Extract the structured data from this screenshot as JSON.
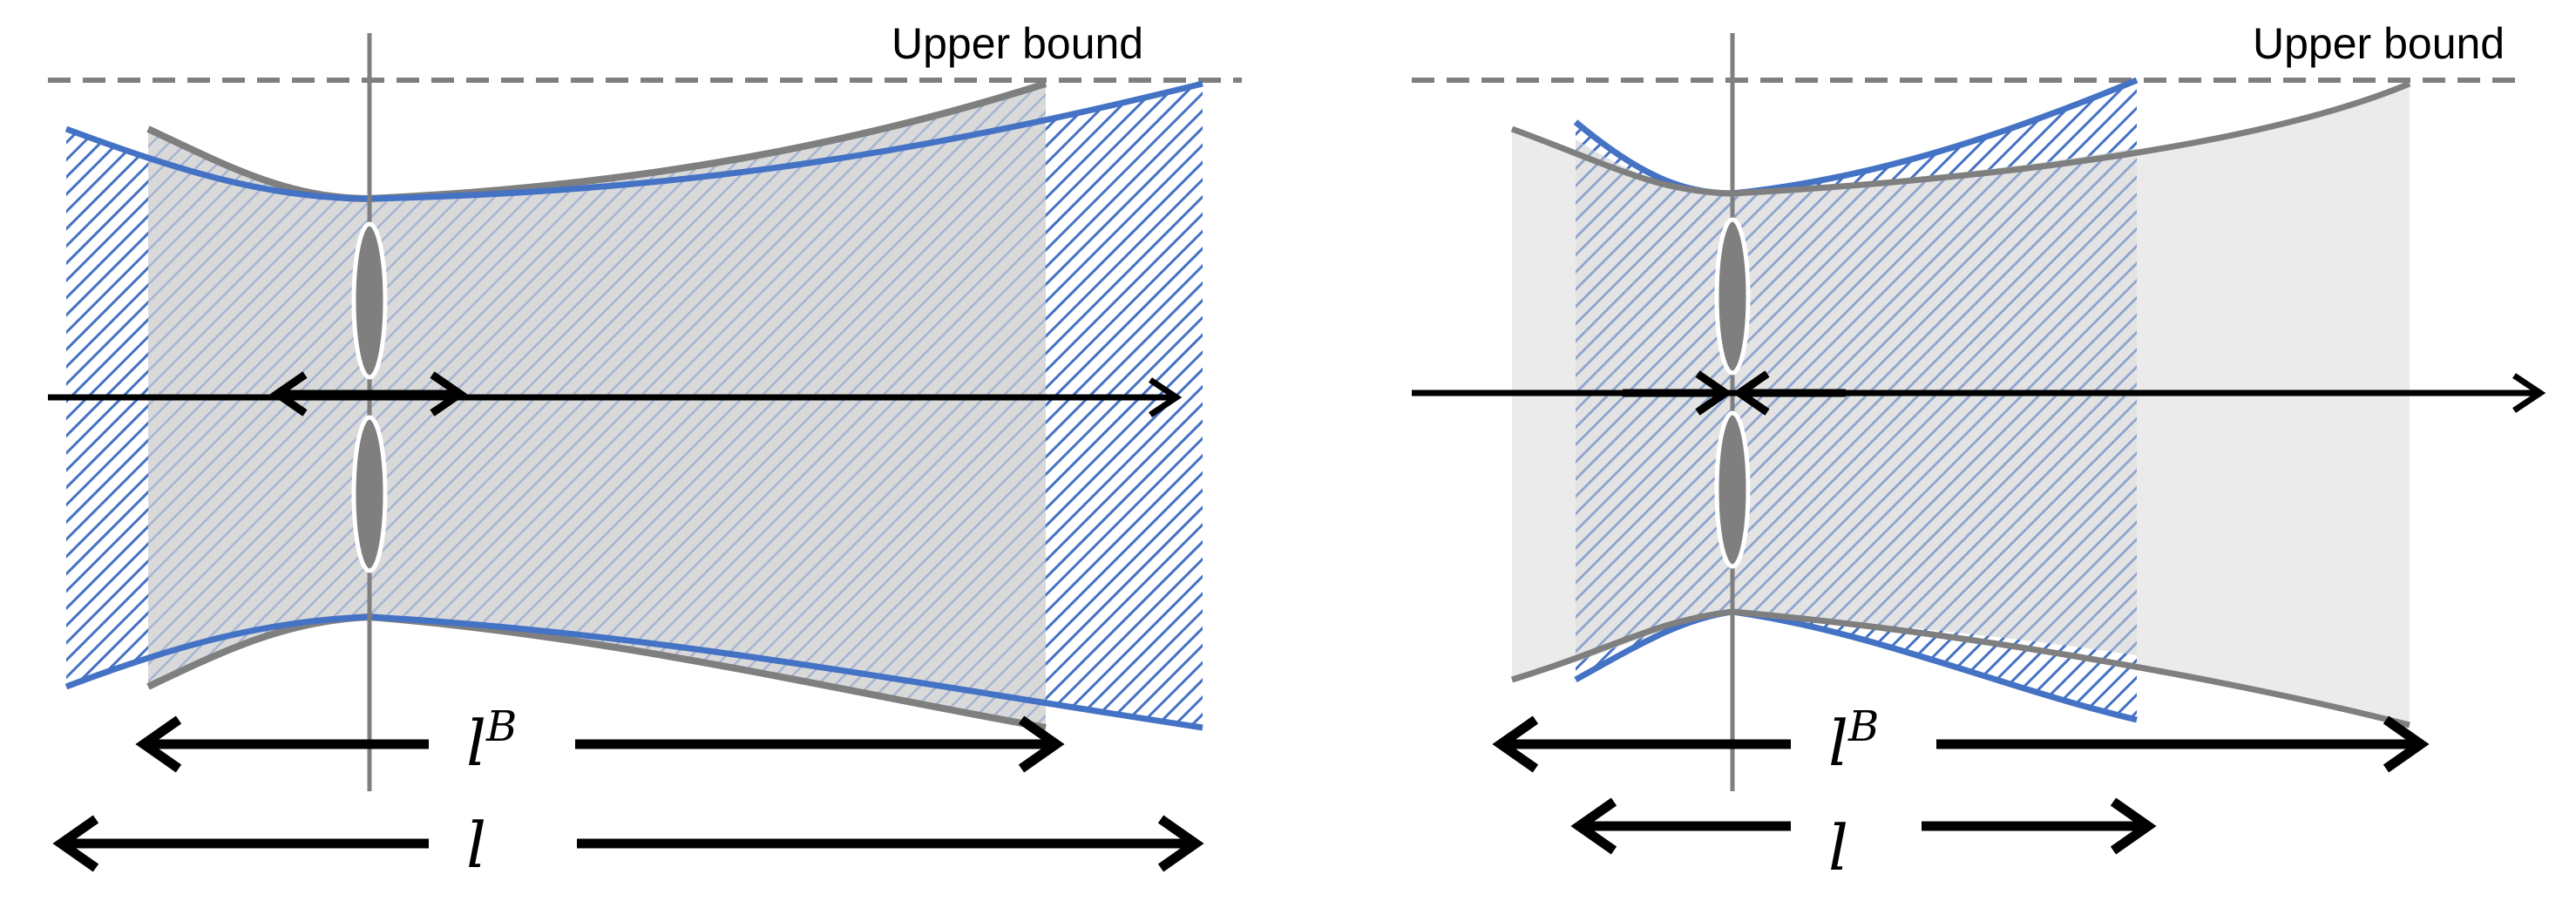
{
  "colors": {
    "blue": "#4472C4",
    "gray_curve": "#7f7f7f",
    "gray_fill": "#ebebeb",
    "black": "#000000"
  },
  "panels": [
    {
      "upper_bound_label": "Upper bound",
      "lB_label": {
        "base": "l",
        "sup": "B"
      },
      "l_label": "l"
    },
    {
      "upper_bound_label": "Upper bound",
      "lB_label": {
        "base": "l",
        "sup": "B"
      },
      "l_label": "l"
    }
  ]
}
